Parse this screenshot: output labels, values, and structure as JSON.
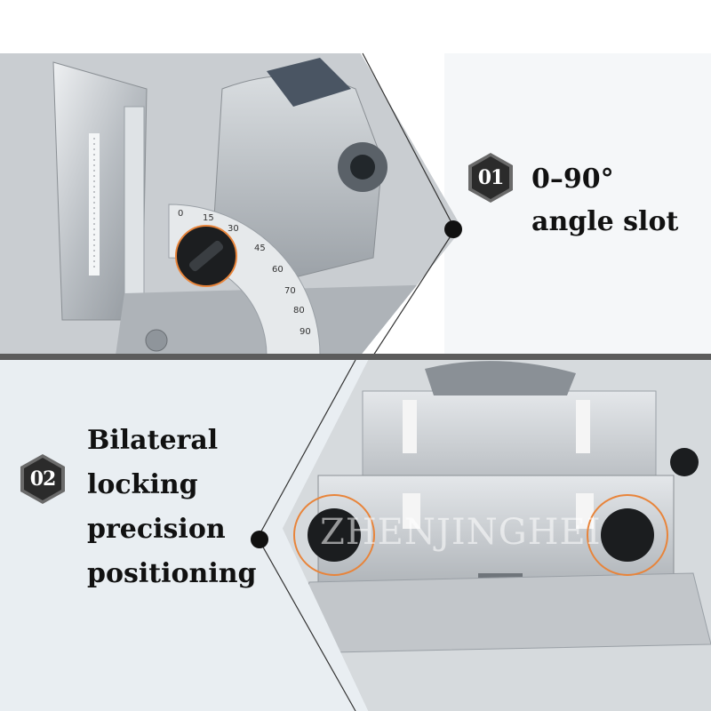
{
  "features": [
    {
      "number": "01",
      "lines": [
        "0–90°",
        "angle slot"
      ]
    },
    {
      "number": "02",
      "lines": [
        "Bilateral",
        "locking",
        "precision",
        "positioning"
      ]
    }
  ],
  "scale": {
    "ticks": [
      "0",
      "15",
      "30",
      "45",
      "60",
      "70",
      "80",
      "90"
    ]
  },
  "watermark": "ZHENJINGHEI",
  "colors": {
    "badge_fill": "#2b2b2b",
    "badge_outline": "#6a6a6a",
    "caption_text": "#111111",
    "highlight_ring": "#e8843a",
    "divider": "#5c5c5c",
    "background_lower": "#e9eef2"
  }
}
